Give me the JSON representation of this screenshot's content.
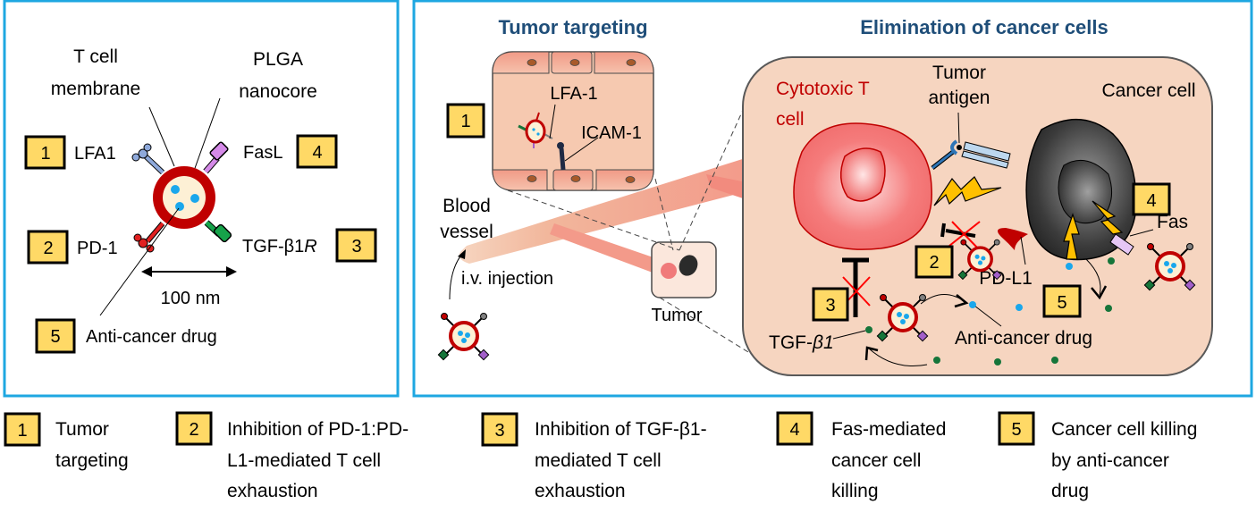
{
  "panel_a": {
    "labels": {
      "t_cell_membrane": [
        "T cell",
        "membrane"
      ],
      "plga_nanocore": [
        "PLGA",
        "nanocore"
      ],
      "lfa1": "LFA1",
      "fasl": "FasL",
      "pd1": "PD-1",
      "tgfb1r_prefix": "TGF-β1",
      "tgfb1r_suffix": "R",
      "scale": "100 nm",
      "drug": "Anti-cancer drug"
    },
    "badges": {
      "lfa1": "1",
      "fasl": "4",
      "pd1": "2",
      "tgfb1r": "3",
      "drug": "5"
    }
  },
  "panel_b": {
    "title_targeting": "Tumor targeting",
    "title_elimination": "Elimination of cancer cells",
    "badge_targeting": "1",
    "lfa_label": "LFA-1",
    "icam_label": "ICAM-1",
    "blood_vessel": [
      "Blood",
      "vessel"
    ],
    "injection": "i.v. injection",
    "tumor": "Tumor",
    "cytotoxic": [
      "Cytotoxic T",
      "cell"
    ],
    "tumor_antigen": [
      "Tumor",
      "antigen"
    ],
    "cancer_cell": "Cancer cell",
    "fas": "Fas",
    "pdl1": "PD-L1",
    "tgfb1_prefix": "TGF-",
    "tgfb1_italic": "β1",
    "anti_cancer_drug": "Anti-cancer drug",
    "badges": {
      "pd": "2",
      "tgf": "3",
      "fas": "4",
      "drug": "5"
    }
  },
  "legend": [
    {
      "num": "1",
      "lines": [
        "Tumor",
        "targeting"
      ]
    },
    {
      "num": "2",
      "lines": [
        "Inhibition of PD-1:PD-",
        "L1-mediated T cell",
        "exhaustion"
      ]
    },
    {
      "num": "3",
      "lines": [
        "Inhibition of TGF-β1-",
        "mediated T cell",
        "exhaustion"
      ]
    },
    {
      "num": "4",
      "lines": [
        "Fas-mediated",
        "cancer cell",
        "killing"
      ]
    },
    {
      "num": "5",
      "lines": [
        "Cancer cell killing",
        "by anti-cancer",
        "drug"
      ]
    }
  ],
  "colors": {
    "panel_border": "#1ea7e1",
    "badge_fill": "#ffd966",
    "title_blue": "#1f4e79",
    "tissue": "#f6d5c0",
    "membrane_red": "#c00000",
    "drug_blue": "#1aa7ec",
    "tgf_green": "#16753a"
  }
}
